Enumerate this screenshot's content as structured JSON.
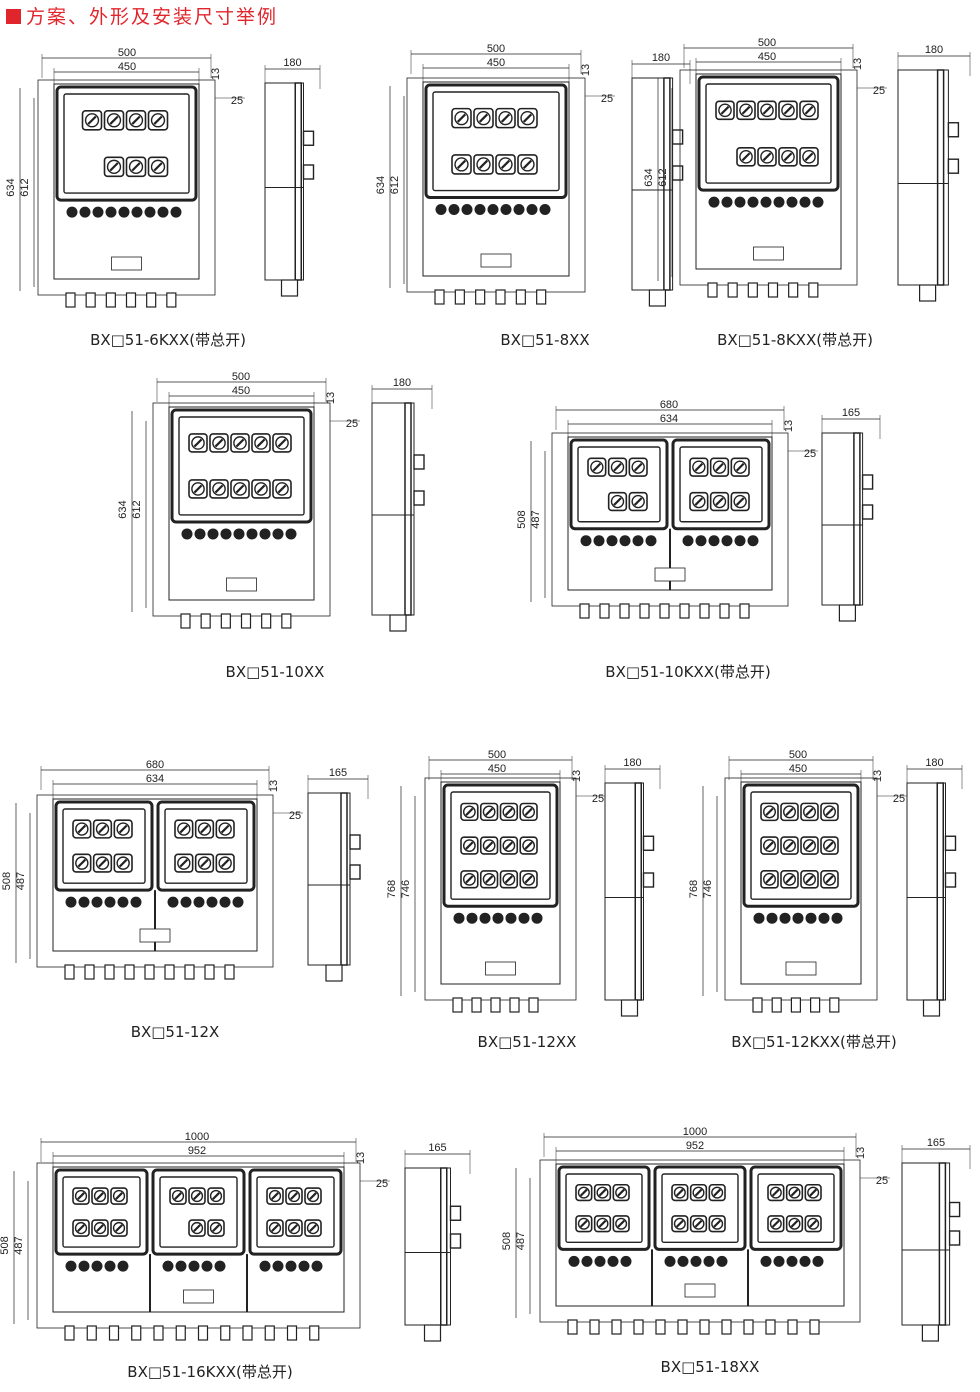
{
  "title": "方案、外形及安装尺寸举例",
  "figures": [
    {
      "label": "BX□51-6KXX(带总开)",
      "outer_width": "500",
      "inner_width": "450",
      "top_offset": "13",
      "side_offset": "25",
      "outer_height": "634",
      "inner_height": "612",
      "depth": "180",
      "panels": [
        [
          4,
          3
        ]
      ],
      "has_side": true
    },
    {
      "label": "BX□51-8XX",
      "outer_width": "500",
      "inner_width": "450",
      "top_offset": "13",
      "side_offset": "25",
      "outer_height": "634",
      "inner_height": "612",
      "depth": "180",
      "panels": [
        [
          4,
          4
        ]
      ],
      "has_side": true
    },
    {
      "label": "BX□51-8KXX(带总开)",
      "outer_width": "500",
      "inner_width": "450",
      "top_offset": "13",
      "side_offset": "25",
      "outer_height": "634",
      "inner_height": "612",
      "depth": "180",
      "panels": [
        [
          5,
          4
        ]
      ],
      "has_side": true
    },
    {
      "label": "BX□51-10XX",
      "outer_width": "500",
      "inner_width": "450",
      "top_offset": "13",
      "side_offset": "25",
      "outer_height": "634",
      "inner_height": "612",
      "depth": "180",
      "panels": [
        [
          5,
          5
        ]
      ],
      "has_side": true
    },
    {
      "label": "BX□51-10KXX(带总开)",
      "outer_width": "680",
      "inner_width": "634",
      "top_offset": "13",
      "side_offset": "25",
      "outer_height": "508",
      "inner_height": "487",
      "depth": "165",
      "panels": [
        [
          3,
          2
        ],
        [
          3,
          3
        ]
      ],
      "has_side": true
    },
    {
      "label": "BX□51-12X",
      "outer_width": "680",
      "inner_width": "634",
      "top_offset": "13",
      "side_offset": "25",
      "outer_height": "508",
      "inner_height": "487",
      "depth": "165",
      "panels": [
        [
          3,
          3
        ],
        [
          3,
          3
        ]
      ],
      "has_side": true
    },
    {
      "label": "BX□51-12XX",
      "outer_width": "500",
      "inner_width": "450",
      "top_offset": "13",
      "side_offset": "25",
      "outer_height": "768",
      "inner_height": "746",
      "depth": "180",
      "panels": [
        [
          4,
          4,
          4
        ]
      ],
      "has_side": true
    },
    {
      "label": "BX□51-12KXX(带总开)",
      "outer_width": "500",
      "inner_width": "450",
      "top_offset": "13",
      "side_offset": "25",
      "outer_height": "768",
      "inner_height": "746",
      "depth": "180",
      "panels": [
        [
          4,
          4,
          4
        ]
      ],
      "has_side": true
    },
    {
      "label": "BX□51-16KXX(带总开)",
      "outer_width": "1000",
      "inner_width": "952",
      "top_offset": "13",
      "side_offset": "25",
      "outer_height": "508",
      "inner_height": "487",
      "depth": "165",
      "panels": [
        [
          3,
          3
        ],
        [
          3,
          2
        ],
        [
          3,
          3
        ]
      ],
      "has_side": true
    },
    {
      "label": "BX□51-18XX",
      "outer_width": "1000",
      "inner_width": "952",
      "top_offset": "13",
      "side_offset": "25",
      "outer_height": "508",
      "inner_height": "487",
      "depth": "165",
      "panels": [
        [
          3,
          3
        ],
        [
          3,
          3
        ],
        [
          3,
          3
        ]
      ],
      "has_side": true
    }
  ],
  "colors": {
    "accent": "#e0262c",
    "line": "#222222"
  }
}
